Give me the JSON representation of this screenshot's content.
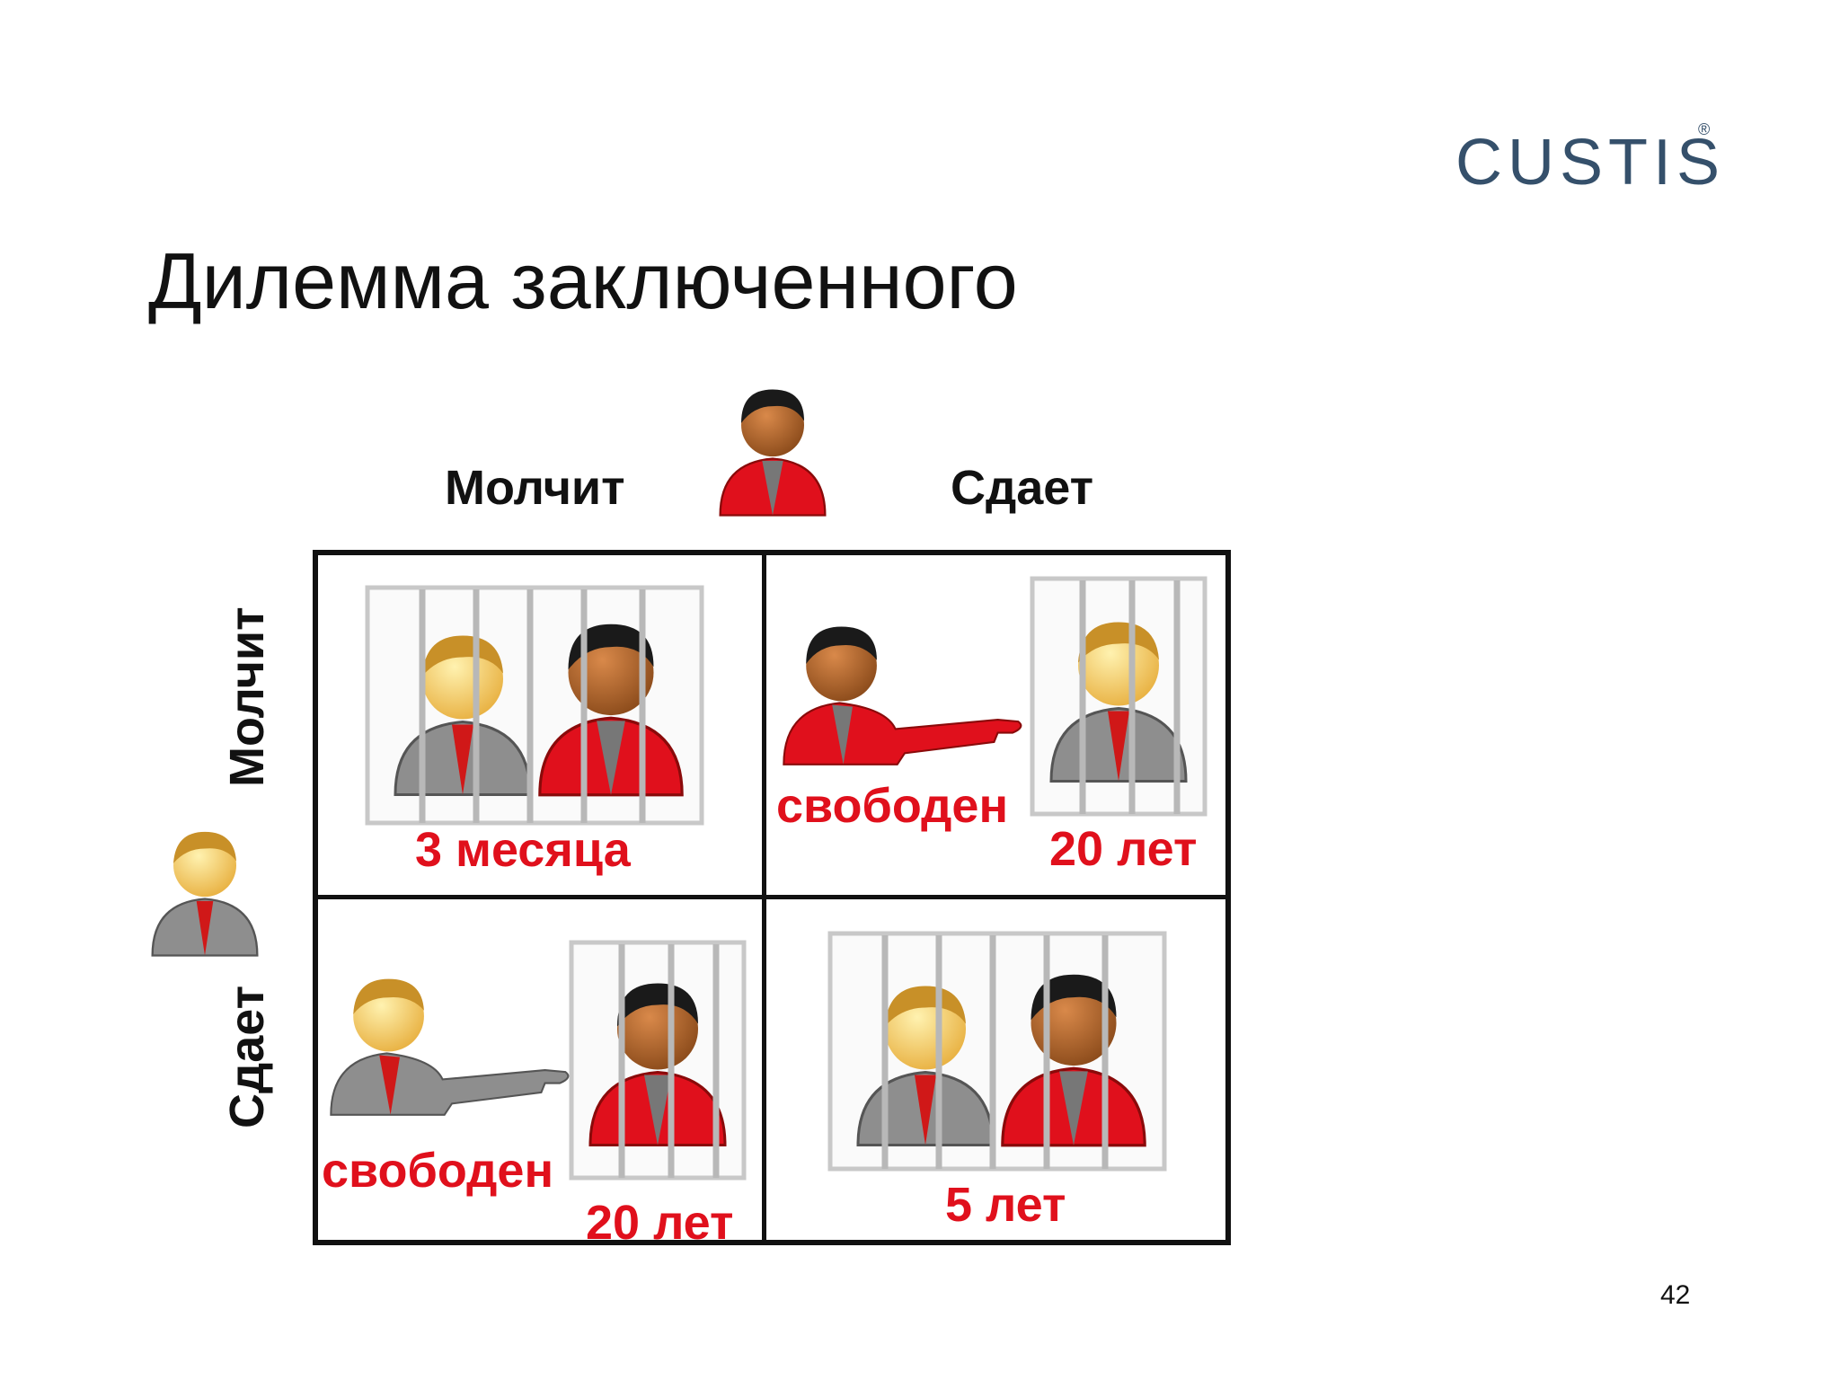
{
  "slide": {
    "logo": "CUSTIS",
    "logo_mark": "®",
    "title": "Дилемма заключенного",
    "page_number": "42"
  },
  "matrix": {
    "col_labels": [
      "Молчит",
      "Сдает"
    ],
    "row_labels": [
      "Молчит",
      "Сдает"
    ],
    "cells": [
      {
        "labels": [
          "3 месяца"
        ]
      },
      {
        "labels": [
          "свободен",
          "20 лет"
        ]
      },
      {
        "labels": [
          "свободен",
          "20 лет"
        ]
      },
      {
        "labels": [
          "5 лет"
        ]
      }
    ]
  },
  "colors": {
    "player_a_shirt": "#888888",
    "player_b_shirt": "#e0101c",
    "label_red": "#e0101c",
    "logo": "#35506b"
  }
}
